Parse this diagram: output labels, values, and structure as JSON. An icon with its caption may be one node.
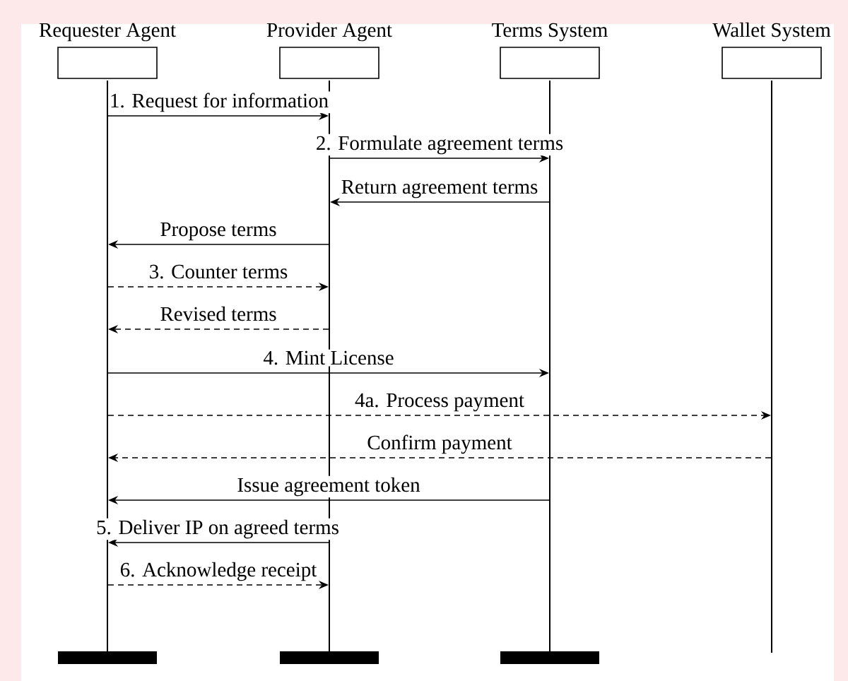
{
  "diagram": {
    "nodes": [
      {
        "text": [
          "Requester Agent"
        ]
      },
      {
        "text": [
          "Provider Agent"
        ]
      },
      {
        "text": [
          "Terms System"
        ]
      },
      {
        "text": [
          "Wallet System"
        ]
      },
      {
        "text": [],
        "shape": "line"
      },
      {
        "text": [],
        "shape": "line"
      },
      {
        "text": [],
        "shape": "line"
      },
      {
        "text": [],
        "shape": "line"
      }
    ],
    "edges": [
      {
        "from": 4,
        "to": 5,
        "arrow": "to",
        "label": "1. Request for information"
      },
      {
        "from": 5,
        "to": 6,
        "arrow": "to",
        "label": "2. Formulate agreement terms"
      },
      {
        "from": 6,
        "to": 5,
        "arrow": "to",
        "label": "Return agreement terms"
      },
      {
        "from": 5,
        "to": 4,
        "arrow": "to",
        "label": "Propose terms"
      },
      {
        "from": 4,
        "to": 5,
        "arrow": "to",
        "label": "3. Counter terms",
        "style": "dashed"
      },
      {
        "from": 5,
        "to": 4,
        "arrow": "to",
        "label": "Revised terms",
        "style": "dashed"
      },
      {
        "from": 4,
        "to": 6,
        "arrow": "to",
        "label": "4. Mint License"
      },
      {
        "from": 4,
        "to": 7,
        "arrow": "to",
        "label": "4a. Process payment",
        "style": "dashed"
      },
      {
        "from": 7,
        "to": 4,
        "arrow": "to",
        "label": "Confirm payment",
        "style": "dashed"
      },
      {
        "from": 6,
        "to": 4,
        "arrow": "to",
        "label": "Issue agreement token"
      },
      {
        "from": 5,
        "to": 4,
        "arrow": "to",
        "label": "5. Deliver IP on agreed terms"
      },
      {
        "from": 4,
        "to": 5,
        "arrow": "to",
        "label": "6. Acknowledge receipt",
        "style": "dashed"
      }
    ]
  }
}
